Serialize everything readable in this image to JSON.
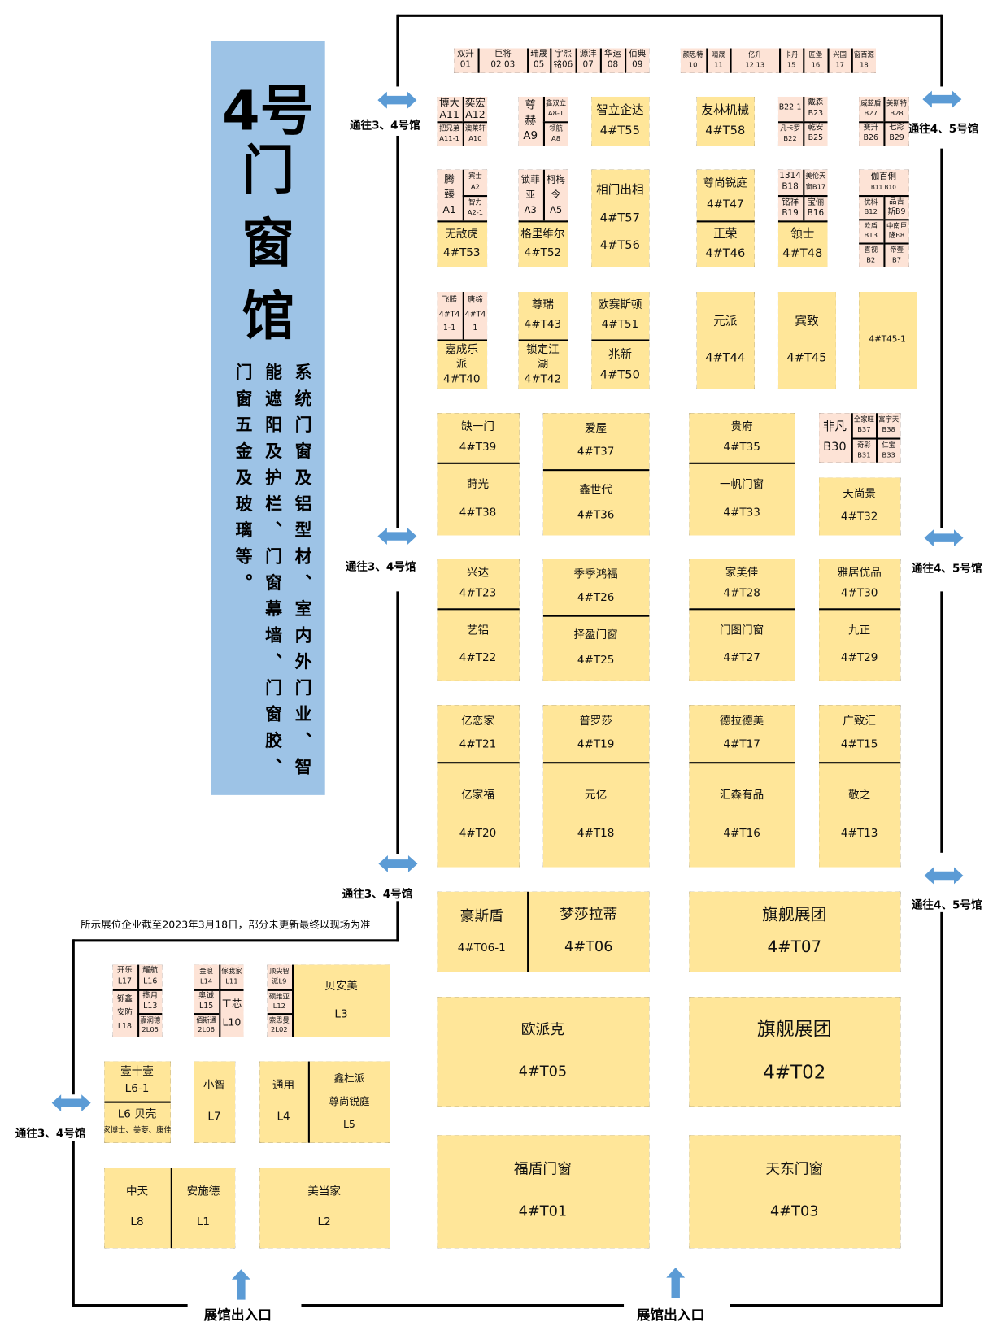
{
  "sidebar": {
    "title_lines": [
      "4号",
      "门",
      "窗",
      "馆"
    ],
    "description": "系统门窗及铝型材、室内外门业、智能遮阳及护栏、门窗幕墙、门窗胶、门窗五金及玻璃等。",
    "background_color": "#9dc3e6"
  },
  "colors": {
    "small_booth": "#fde3d6",
    "large_booth": "#ffe699",
    "arrow": "#5b9bd5"
  },
  "passage_labels": {
    "to_hall_3_4": "通往3、4号馆",
    "to_hall_4_5": "通往4、5号馆"
  },
  "exit_label": "展馆出入口",
  "note": "所示展位企业截至2023年3月18日，部分未更新最终以现场为准",
  "booth_groups": [
    {
      "cells": [
        {
          "lines": [
            "双升",
            "01"
          ]
        },
        {
          "lines": [
            "巨将",
            "02  03"
          ]
        },
        {
          "lines": [
            "瑞晟",
            "05"
          ]
        },
        {
          "lines": [
            "宇熙",
            "铭06"
          ]
        },
        {
          "lines": [
            "源沣",
            "07"
          ]
        },
        {
          "lines": [
            "华运",
            "08"
          ]
        },
        {
          "lines": [
            "佰典",
            "09"
          ]
        }
      ]
    },
    {
      "cells": [
        {
          "lines": [
            "颜思特",
            "10"
          ]
        },
        {
          "lines": [
            "晴晟",
            "11"
          ]
        },
        {
          "lines": [
            "亿升",
            "12  13"
          ]
        },
        {
          "lines": [
            "卡丹",
            "15"
          ]
        },
        {
          "lines": [
            "匠堡",
            "16"
          ]
        },
        {
          "lines": [
            "兴国",
            "17"
          ]
        },
        {
          "lines": [
            "窗百源",
            "18"
          ]
        }
      ]
    },
    {
      "cells": [
        {
          "lines": [
            "博大",
            "A11"
          ]
        },
        {
          "lines": [
            "奕宏",
            "A12"
          ]
        },
        {
          "lines": [
            "把兄弟",
            "A11-1"
          ]
        },
        {
          "lines": [
            "澳莱轩",
            "A10"
          ]
        }
      ]
    },
    {
      "cells": [
        {
          "lines": [
            "尊",
            "赫",
            "A9"
          ]
        },
        {
          "lines": [
            "鑫双立",
            "A8-1"
          ]
        },
        {
          "lines": [
            "领航",
            "A8"
          ]
        }
      ]
    },
    {
      "cells": [
        {
          "lines": [
            "智立企达",
            "4#T55"
          ]
        }
      ]
    },
    {
      "cells": [
        {
          "lines": [
            "友林机械",
            "4#T58"
          ]
        }
      ]
    },
    {
      "cells": [
        {
          "lines": [
            "B22-1"
          ]
        },
        {
          "lines": [
            "戴森",
            "B23"
          ]
        },
        {
          "lines": [
            "凡卡罗",
            "B22"
          ]
        },
        {
          "lines": [
            "乾安",
            "B25"
          ]
        }
      ]
    },
    {
      "cells": [
        {
          "lines": [
            "威蓝盾",
            "B27"
          ]
        },
        {
          "lines": [
            "美斯特",
            "B28"
          ]
        },
        {
          "lines": [
            "赛升",
            "B26"
          ]
        },
        {
          "lines": [
            "七彩",
            "B29"
          ]
        }
      ]
    },
    {
      "cells": [
        {
          "lines": [
            "腾",
            "臻",
            "A1"
          ]
        },
        {
          "lines": [
            "宾士",
            "A2"
          ]
        },
        {
          "lines": [
            "智力",
            "A2-1"
          ]
        },
        {
          "lines": [
            "无敌虎",
            "4#T53"
          ]
        }
      ]
    },
    {
      "cells": [
        {
          "lines": [
            "锁菲",
            "亚",
            "A3"
          ]
        },
        {
          "lines": [
            "柯梅",
            "令",
            "A5"
          ]
        },
        {
          "lines": [
            "格里维尔",
            "4#T52"
          ]
        }
      ]
    },
    {
      "cells": [
        {
          "lines": [
            "相门出相",
            "4#T57",
            "4#T56"
          ]
        }
      ]
    },
    {
      "cells": [
        {
          "lines": [
            "尊尚锐庭",
            "4#T47"
          ]
        },
        {
          "lines": [
            "正荣",
            "4#T46"
          ]
        }
      ]
    },
    {
      "cells": [
        {
          "lines": [
            "1314",
            "B18"
          ]
        },
        {
          "lines": [
            "美伦天",
            "窗B17"
          ]
        },
        {
          "lines": [
            "铭祥",
            "B19"
          ]
        },
        {
          "lines": [
            "宝俪",
            "B16"
          ]
        },
        {
          "lines": [
            "领士",
            "4#T48"
          ]
        }
      ]
    },
    {
      "cells": [
        {
          "lines": [
            "伽百俐",
            "B11 B10"
          ]
        },
        {
          "lines": [
            "优科",
            "B12"
          ]
        },
        {
          "lines": [
            "品吉",
            "斯B9"
          ]
        },
        {
          "lines": [
            "欧盾",
            "B13"
          ]
        },
        {
          "lines": [
            "中南巨",
            "隆B8"
          ]
        },
        {
          "lines": [
            "喜视",
            "B2"
          ]
        },
        {
          "lines": [
            "帝壹",
            "B7"
          ]
        }
      ]
    },
    {
      "cells": [
        {
          "lines": [
            "飞腾",
            "4#T4",
            "1-1"
          ]
        },
        {
          "lines": [
            "唐缔",
            "4#T4",
            "1"
          ]
        },
        {
          "lines": [
            "嘉成乐",
            "派",
            "4#T40"
          ]
        }
      ]
    },
    {
      "cells": [
        {
          "lines": [
            "尊瑞",
            "4#T43"
          ]
        },
        {
          "lines": [
            "锁定江",
            "湖",
            "4#T42"
          ]
        }
      ]
    },
    {
      "cells": [
        {
          "lines": [
            "欧赛斯顿",
            "4#T51"
          ]
        },
        {
          "lines": [
            "兆新",
            "4#T50"
          ]
        }
      ]
    },
    {
      "cells": [
        {
          "lines": [
            "元派",
            "4#T44"
          ]
        }
      ]
    },
    {
      "cells": [
        {
          "lines": [
            "宾致",
            "4#T45"
          ]
        }
      ]
    },
    {
      "cells": [
        {
          "lines": [
            "4#T45-1"
          ]
        }
      ]
    },
    {
      "cells": [
        {
          "lines": [
            "缺一门",
            "4#T39"
          ]
        },
        {
          "lines": [
            "莳光",
            "4#T38"
          ]
        }
      ]
    },
    {
      "cells": [
        {
          "lines": [
            "爱屋",
            "4#T37"
          ]
        },
        {
          "lines": [
            "鑫世代",
            "4#T36"
          ]
        }
      ]
    },
    {
      "cells": [
        {
          "lines": [
            "贵府",
            "4#T35"
          ]
        },
        {
          "lines": [
            "一帆门窗",
            "4#T33"
          ]
        }
      ]
    },
    {
      "cells": [
        {
          "lines": [
            "非凡",
            "B30"
          ]
        },
        {
          "lines": [
            "全家旺",
            "B37"
          ]
        },
        {
          "lines": [
            "富宇天",
            "B38"
          ]
        },
        {
          "lines": [
            "奇彩",
            "B31"
          ]
        },
        {
          "lines": [
            "仁宝",
            "B33"
          ]
        }
      ]
    },
    {
      "cells": [
        {
          "lines": [
            "天尚景",
            "4#T32"
          ]
        }
      ]
    },
    {
      "cells": [
        {
          "lines": [
            "兴达",
            "4#T23"
          ]
        },
        {
          "lines": [
            "艺铝",
            "4#T22"
          ]
        }
      ]
    },
    {
      "cells": [
        {
          "lines": [
            "季季鸿福",
            "4#T26"
          ]
        },
        {
          "lines": [
            "择盈门窗",
            "4#T25"
          ]
        }
      ]
    },
    {
      "cells": [
        {
          "lines": [
            "家美佳",
            "4#T28"
          ]
        },
        {
          "lines": [
            "门图门窗",
            "4#T27"
          ]
        }
      ]
    },
    {
      "cells": [
        {
          "lines": [
            "雅居优品",
            "4#T30"
          ]
        },
        {
          "lines": [
            "九正",
            "4#T29"
          ]
        }
      ]
    },
    {
      "cells": [
        {
          "lines": [
            "亿恋家",
            "4#T21"
          ]
        },
        {
          "lines": [
            "亿家福",
            "4#T20"
          ]
        }
      ]
    },
    {
      "cells": [
        {
          "lines": [
            "普罗莎",
            "4#T19"
          ]
        },
        {
          "lines": [
            "元亿",
            "4#T18"
          ]
        }
      ]
    },
    {
      "cells": [
        {
          "lines": [
            "德拉德美",
            "4#T17"
          ]
        },
        {
          "lines": [
            "汇森有品",
            "4#T16"
          ]
        }
      ]
    },
    {
      "cells": [
        {
          "lines": [
            "广致汇",
            "4#T15"
          ]
        },
        {
          "lines": [
            "敬之",
            "4#T13"
          ]
        }
      ]
    },
    {
      "cells": [
        {
          "lines": [
            "豪斯盾",
            "4#T06-1"
          ]
        },
        {
          "lines": [
            "梦莎拉蒂",
            "4#T06"
          ]
        }
      ]
    },
    {
      "cells": [
        {
          "lines": [
            "旗舰展团",
            "4#T07"
          ]
        }
      ]
    },
    {
      "cells": [
        {
          "lines": [
            "欧派克",
            "4#T05"
          ]
        }
      ]
    },
    {
      "cells": [
        {
          "lines": [
            "旗舰展团",
            "4#T02"
          ]
        }
      ]
    },
    {
      "cells": [
        {
          "lines": [
            "福盾门窗",
            "4#T01"
          ]
        }
      ]
    },
    {
      "cells": [
        {
          "lines": [
            "天东门窗",
            "4#T03"
          ]
        }
      ]
    },
    {
      "cells": [
        {
          "lines": [
            "开乐",
            "L17"
          ]
        },
        {
          "lines": [
            "耀航",
            "L16"
          ]
        },
        {
          "lines": [
            "铄鑫",
            "安防",
            "L18"
          ]
        },
        {
          "lines": [
            "揽月",
            "L13"
          ]
        },
        {
          "lines": [
            "嘉润德",
            "2L05"
          ]
        }
      ]
    },
    {
      "cells": [
        {
          "lines": [
            "金浪",
            "L14"
          ]
        },
        {
          "lines": [
            "傢我家",
            "L11"
          ]
        },
        {
          "lines": [
            "奥诚",
            "L15"
          ]
        },
        {
          "lines": [
            "佰斯通",
            "2L06"
          ]
        },
        {
          "lines": [
            "工芯",
            "L10"
          ]
        }
      ]
    },
    {
      "cells": [
        {
          "lines": [
            "顶尖智",
            "派L9"
          ]
        },
        {
          "lines": [
            "硕维亚",
            "L12"
          ]
        },
        {
          "lines": [
            "索思曼",
            "2L02"
          ]
        },
        {
          "lines": [
            "贝安美",
            "L3"
          ]
        }
      ]
    },
    {
      "cells": [
        {
          "lines": [
            "壹十壹",
            "L6-1"
          ]
        },
        {
          "lines": [
            "L6 贝壳",
            "家博士、美菱、康佳"
          ]
        }
      ]
    },
    {
      "cells": [
        {
          "lines": [
            "小智",
            "L7"
          ]
        }
      ]
    },
    {
      "cells": [
        {
          "lines": [
            "通用",
            "L4"
          ]
        },
        {
          "lines": [
            "鑫杜派",
            "尊尚锐庭",
            "L5"
          ]
        }
      ]
    },
    {
      "cells": [
        {
          "lines": [
            "中天",
            "L8"
          ]
        },
        {
          "lines": [
            "安施德",
            "L1"
          ]
        }
      ]
    },
    {
      "cells": [
        {
          "lines": [
            "美当家",
            "L2"
          ]
        }
      ]
    }
  ]
}
